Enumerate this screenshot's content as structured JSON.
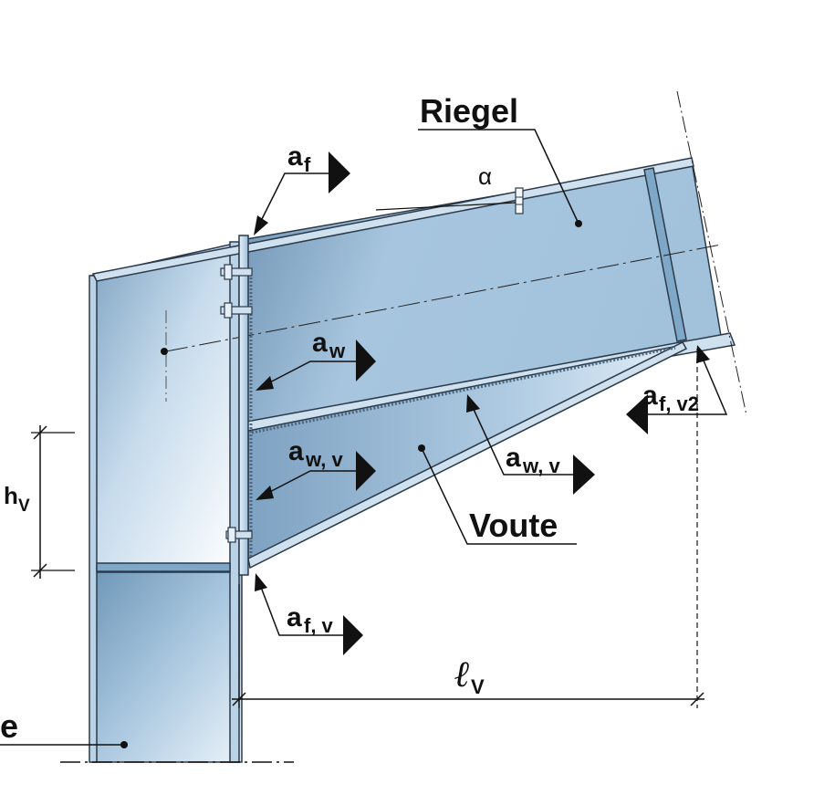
{
  "labels": {
    "riegel": "Riegel",
    "voute": "Voute",
    "alpha": "α",
    "column_cut": "e",
    "a_f": {
      "main": "a",
      "sub": "f"
    },
    "a_w": {
      "main": "a",
      "sub": "w"
    },
    "a_wv_left": {
      "main": "a",
      "sub": "w, v"
    },
    "a_wv_right": {
      "main": "a",
      "sub": "w, v"
    },
    "a_fv": {
      "main": "a",
      "sub": "f, v"
    },
    "a_fv2": {
      "main": "a",
      "sub": "f, v2"
    },
    "h_v": {
      "main": "h",
      "sub": "V"
    },
    "l_v": {
      "main": "ℓ",
      "sub": "V"
    }
  },
  "colors": {
    "steel_light": "#c9ddee",
    "steel_mid": "#9fbfd9",
    "steel_dark": "#5f86a8",
    "outline": "#2b3a4a",
    "line": "#111111"
  }
}
